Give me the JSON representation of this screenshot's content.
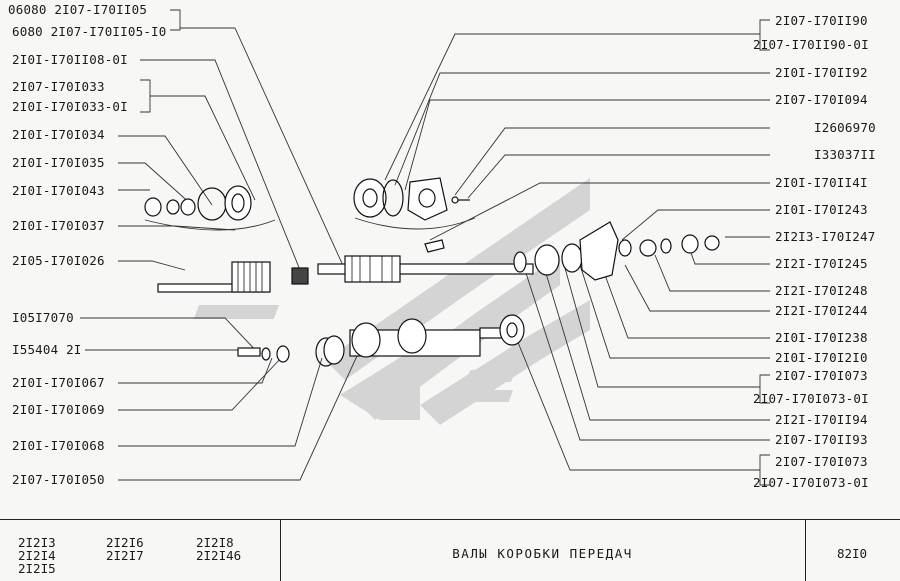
{
  "labels_left": [
    "06080 2I07-I70II05",
    "6080 2I07-I70II05-I0",
    "2I0I-I70II08-0I",
    "2I07-I70I033",
    "2I0I-I70I033-0I",
    "2I0I-I70I034",
    "2I0I-I70I035",
    "2I0I-I70I043",
    "2I0I-I70I037",
    "2I05-I70I026",
    "I05I7070",
    "I55404 2I",
    "2I0I-I70I067",
    "2I0I-I70I069",
    "2I0I-I70I068",
    "2I07-I70I050"
  ],
  "labels_right": [
    "2I07-I70II90",
    "2I07-I70II90-0I",
    "2I0I-I70II92",
    "2I07-I70I094",
    "I2606970",
    "I33037II",
    "2I0I-I70II4I",
    "2I0I-I70I243",
    "2I2I3-I70I247",
    "2I2I-I70I245",
    "2I2I-I70I248",
    "2I2I-I70I244",
    "2I0I-I70I238",
    "2I0I-I70I2I0",
    "2I07-I70I073",
    "2I07-I70I073-0I",
    "2I2I-I70II94",
    "2I07-I70II93",
    "2I07-I70I073",
    "2I07-I70I073-0I"
  ],
  "footer": {
    "models_col1": [
      "2I2I3",
      "2I2I4",
      "2I2I5"
    ],
    "models_col2": [
      "2I2I6",
      "2I2I7"
    ],
    "models_col3": [
      "2I2I8",
      "2I2I46"
    ],
    "title": "ВАЛЫ КОРОБКИ ПЕРЕДАЧ",
    "code": "82I0"
  }
}
